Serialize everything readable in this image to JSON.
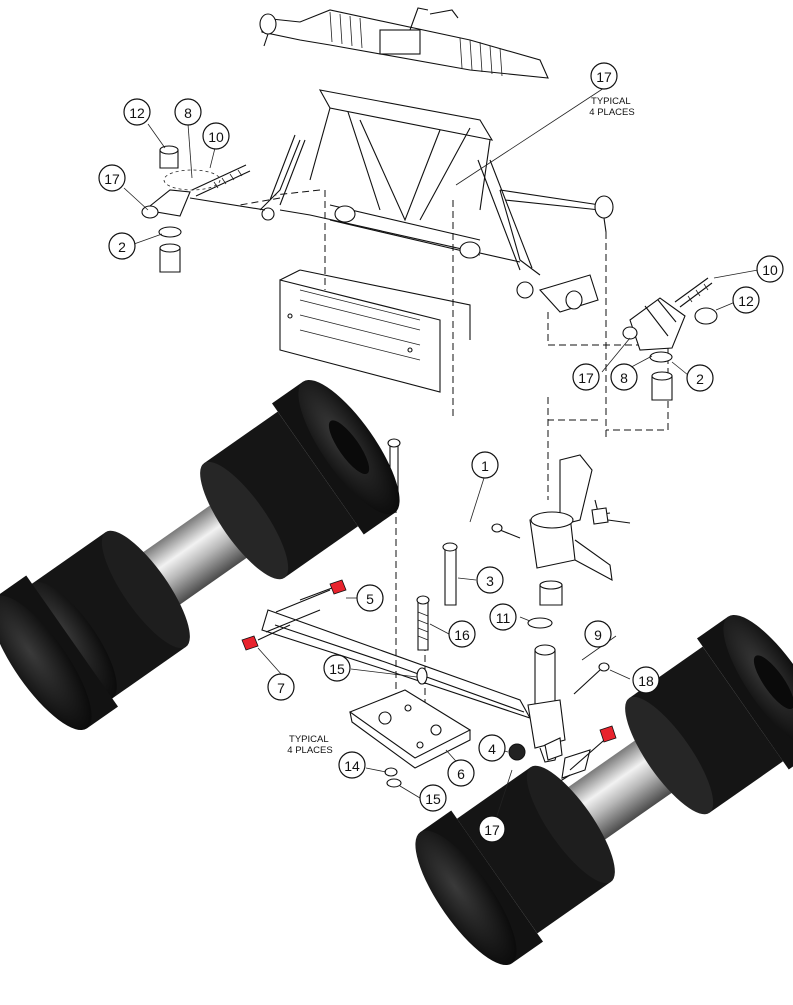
{
  "notes": {
    "top": "TYPICAL\n4 PLACES",
    "bottom": "TYPICAL\n4 PLACES"
  },
  "callouts": {
    "c12a": "12",
    "c8a": "8",
    "c10a": "10",
    "c17a": "17",
    "c2a": "2",
    "c17top": "17",
    "c10b": "10",
    "c12b": "12",
    "c17b": "17",
    "c8b": "8",
    "c2b": "2",
    "c1": "1",
    "c3": "3",
    "c5": "5",
    "c16": "16",
    "c11": "11",
    "c9": "9",
    "c7": "7",
    "c15a": "15",
    "c18": "18",
    "c14": "14",
    "c15b": "15",
    "c6": "6",
    "c4": "4",
    "c17c": "17"
  },
  "colors": {
    "bushing_rubber": "#1a1a1a",
    "bushing_sleeve": "#c8c8c8",
    "highlight": "#e8232d"
  }
}
